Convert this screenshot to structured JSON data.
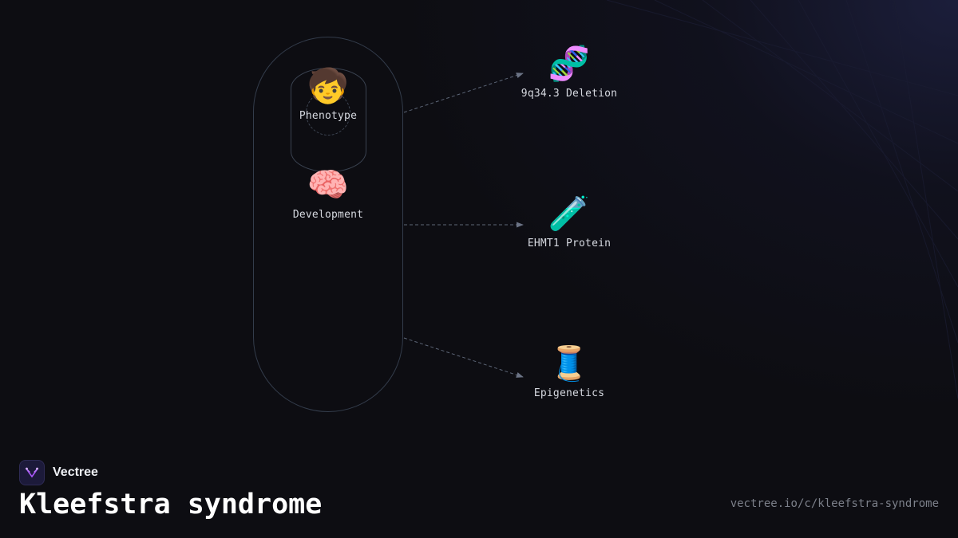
{
  "brand": {
    "name": "Vectree",
    "accent_color": "#a855f7",
    "logo_icon": "vectree-logo-icon"
  },
  "title": "Kleefstra syndrome",
  "url": "vectree.io/c/kleefstra-syndrome",
  "diagram": {
    "central_nodes": [
      {
        "id": "phenotype",
        "label": "Phenotype",
        "icon": "🧒",
        "icon_name": "child-icon"
      },
      {
        "id": "development",
        "label": "Development",
        "icon": "🧠",
        "icon_name": "brain-icon"
      }
    ],
    "outer_nodes": [
      {
        "id": "deletion",
        "label": "9q34.3 Deletion",
        "icon": "🧬",
        "icon_name": "dna-icon"
      },
      {
        "id": "protein",
        "label": "EHMT1 Protein",
        "icon": "🧪",
        "icon_name": "test-tube-icon"
      },
      {
        "id": "epigenetics",
        "label": "Epigenetics",
        "icon": "🧵",
        "icon_name": "thread-spool-icon"
      }
    ],
    "colors": {
      "container_border": "#333c4b",
      "connector": "#5d6677",
      "label": "#d6d9e0"
    }
  }
}
